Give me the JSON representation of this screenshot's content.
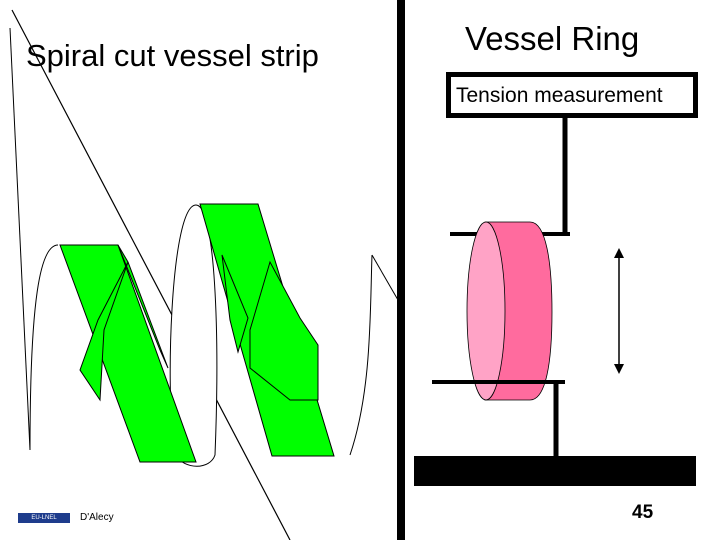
{
  "slide": {
    "left_title": "Spiral cut vessel strip",
    "right_title": "Vessel Ring",
    "tension_label": "Tension measurement",
    "slide_number": "45",
    "footer": {
      "logo_text": "EU-LNEL",
      "author": "D'Alecy"
    }
  },
  "colors": {
    "background": "#ffffff",
    "strip_fill": "#00ff00",
    "ring_front": "#ffa3c6",
    "ring_side": "#ff6b9e",
    "line": "#000000",
    "logo_bg": "#1e3c8c"
  }
}
